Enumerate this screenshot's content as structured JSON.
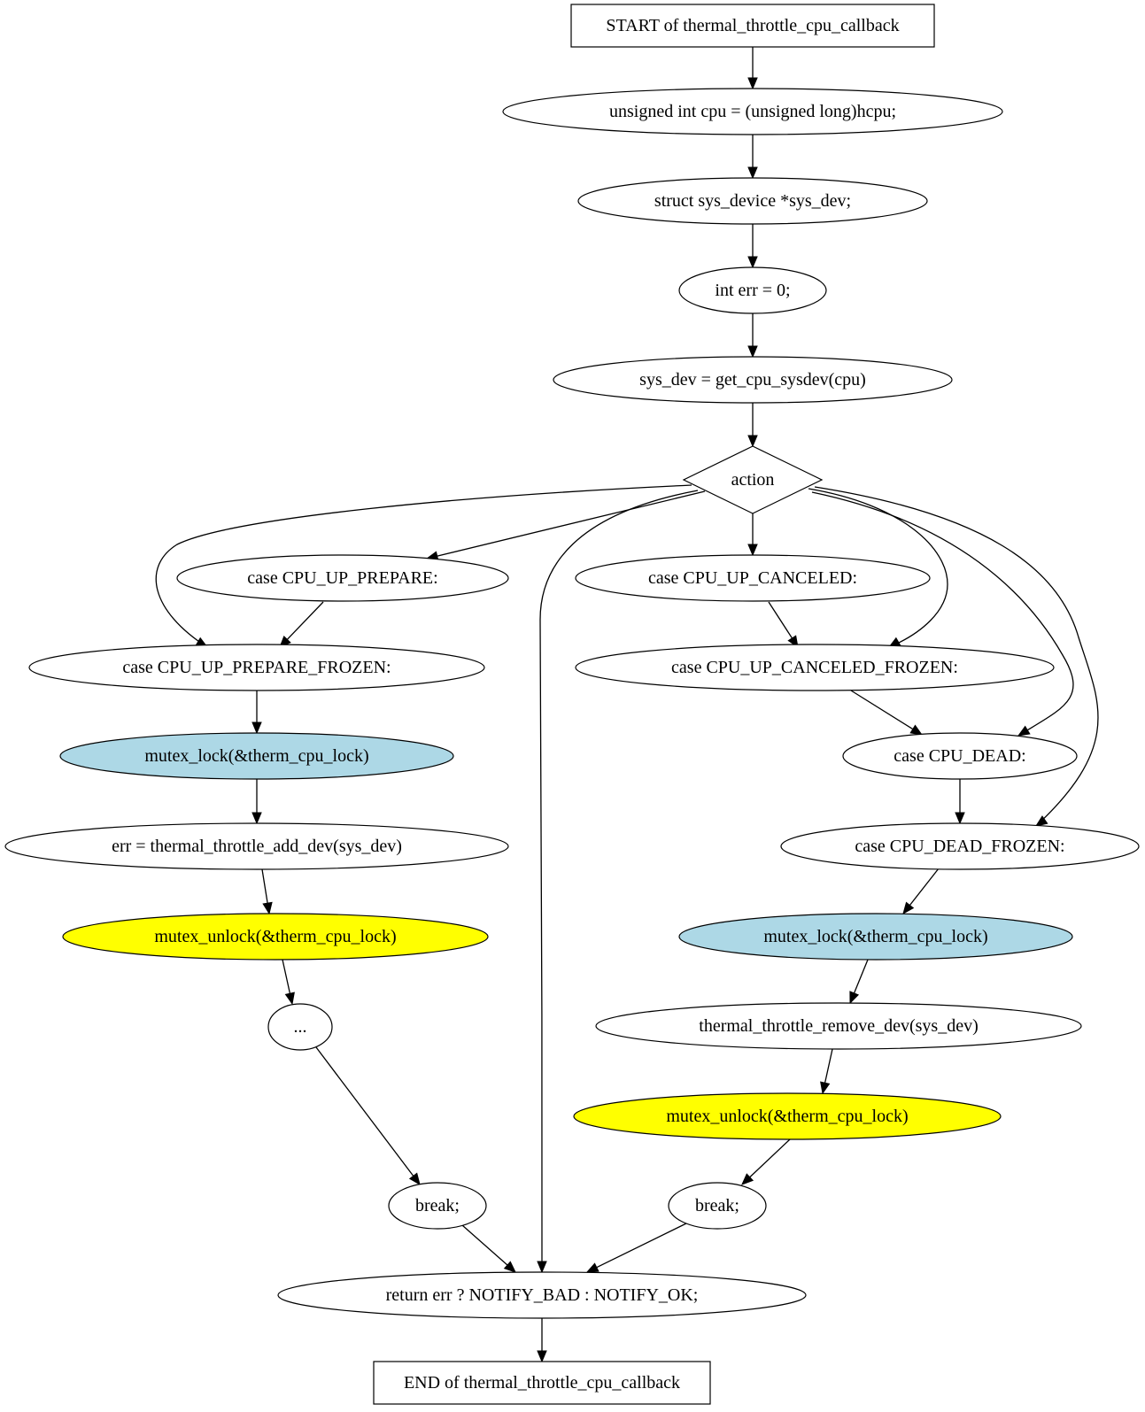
{
  "colors": {
    "background": "#ffffff",
    "stroke": "#000000",
    "plain_fill": "#ffffff",
    "lock_fill": "#add8e6",
    "unlock_fill": "#ffff00"
  },
  "nodes": {
    "start": {
      "label": "START of thermal_throttle_cpu_callback",
      "shape": "box"
    },
    "n_cpu": {
      "label": "unsigned int cpu = (unsigned long)hcpu;",
      "shape": "ellipse"
    },
    "n_sysdev_decl": {
      "label": "struct sys_device *sys_dev;",
      "shape": "ellipse"
    },
    "n_err_decl": {
      "label": "int err = 0;",
      "shape": "ellipse"
    },
    "n_get_sysdev": {
      "label": "sys_dev = get_cpu_sysdev(cpu)",
      "shape": "ellipse"
    },
    "n_action": {
      "label": "action",
      "shape": "diamond"
    },
    "n_up_prepare": {
      "label": "case CPU_UP_PREPARE:",
      "shape": "ellipse"
    },
    "n_up_canceled": {
      "label": "case CPU_UP_CANCELED:",
      "shape": "ellipse"
    },
    "n_up_prepare_frozen": {
      "label": "case CPU_UP_PREPARE_FROZEN:",
      "shape": "ellipse"
    },
    "n_up_canceled_frozen": {
      "label": "case CPU_UP_CANCELED_FROZEN:",
      "shape": "ellipse"
    },
    "n_lock_left": {
      "label": "mutex_lock(&therm_cpu_lock)",
      "shape": "ellipse",
      "fill": "lock"
    },
    "n_dead": {
      "label": "case CPU_DEAD:",
      "shape": "ellipse"
    },
    "n_add_dev": {
      "label": "err = thermal_throttle_add_dev(sys_dev)",
      "shape": "ellipse"
    },
    "n_dead_frozen": {
      "label": "case CPU_DEAD_FROZEN:",
      "shape": "ellipse"
    },
    "n_unlock_left": {
      "label": "mutex_unlock(&therm_cpu_lock)",
      "shape": "ellipse",
      "fill": "unlock"
    },
    "n_lock_right": {
      "label": "mutex_lock(&therm_cpu_lock)",
      "shape": "ellipse",
      "fill": "lock"
    },
    "n_ellipsis": {
      "label": "...",
      "shape": "ellipse"
    },
    "n_remove_dev": {
      "label": "thermal_throttle_remove_dev(sys_dev)",
      "shape": "ellipse"
    },
    "n_unlock_right": {
      "label": "mutex_unlock(&therm_cpu_lock)",
      "shape": "ellipse",
      "fill": "unlock"
    },
    "n_break_left": {
      "label": "break;",
      "shape": "ellipse"
    },
    "n_break_right": {
      "label": "break;",
      "shape": "ellipse"
    },
    "n_return": {
      "label": "return err ? NOTIFY_BAD : NOTIFY_OK;",
      "shape": "ellipse"
    },
    "end": {
      "label": "END of thermal_throttle_cpu_callback",
      "shape": "box"
    }
  },
  "edges": [
    {
      "from": "start",
      "to": "n_cpu"
    },
    {
      "from": "n_cpu",
      "to": "n_sysdev_decl"
    },
    {
      "from": "n_sysdev_decl",
      "to": "n_err_decl"
    },
    {
      "from": "n_err_decl",
      "to": "n_get_sysdev"
    },
    {
      "from": "n_get_sysdev",
      "to": "n_action"
    },
    {
      "from": "n_action",
      "to": "n_up_prepare"
    },
    {
      "from": "n_action",
      "to": "n_up_prepare_frozen"
    },
    {
      "from": "n_action",
      "to": "n_return"
    },
    {
      "from": "n_action",
      "to": "n_up_canceled"
    },
    {
      "from": "n_action",
      "to": "n_up_canceled_frozen"
    },
    {
      "from": "n_action",
      "to": "n_dead"
    },
    {
      "from": "n_action",
      "to": "n_dead_frozen"
    },
    {
      "from": "n_up_prepare",
      "to": "n_up_prepare_frozen"
    },
    {
      "from": "n_up_canceled",
      "to": "n_up_canceled_frozen"
    },
    {
      "from": "n_up_prepare_frozen",
      "to": "n_lock_left"
    },
    {
      "from": "n_lock_left",
      "to": "n_add_dev"
    },
    {
      "from": "n_add_dev",
      "to": "n_unlock_left"
    },
    {
      "from": "n_unlock_left",
      "to": "n_ellipsis"
    },
    {
      "from": "n_ellipsis",
      "to": "n_break_left"
    },
    {
      "from": "n_break_left",
      "to": "n_return"
    },
    {
      "from": "n_up_canceled_frozen",
      "to": "n_dead"
    },
    {
      "from": "n_dead",
      "to": "n_dead_frozen"
    },
    {
      "from": "n_dead_frozen",
      "to": "n_lock_right"
    },
    {
      "from": "n_lock_right",
      "to": "n_remove_dev"
    },
    {
      "from": "n_remove_dev",
      "to": "n_unlock_right"
    },
    {
      "from": "n_unlock_right",
      "to": "n_break_right"
    },
    {
      "from": "n_break_right",
      "to": "n_return"
    },
    {
      "from": "n_return",
      "to": "end"
    }
  ]
}
